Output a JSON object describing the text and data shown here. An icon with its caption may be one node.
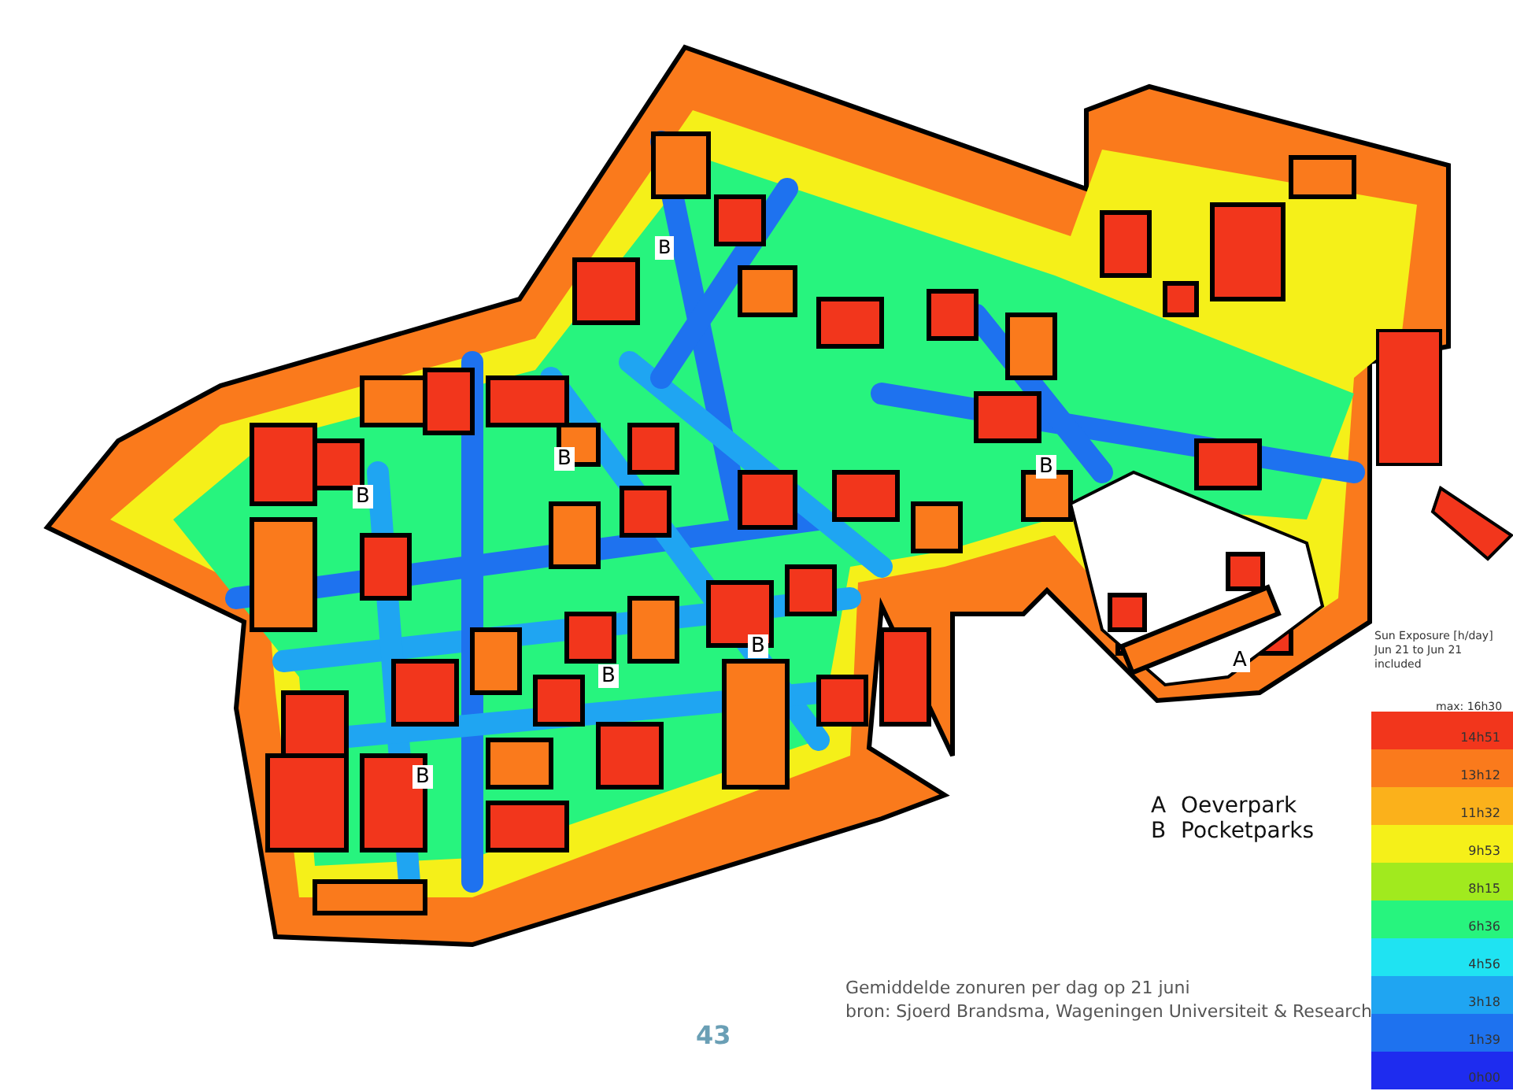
{
  "diagram": {
    "labels": [
      "B",
      "B",
      "B",
      "B",
      "B",
      "B",
      "A",
      "B",
      "A",
      "Oeverpark",
      "B",
      "Pocketparks",
      "Sun Exposure [h/day] Jun 21 to Jun 21 included",
      "max: 16h30",
      "Gemiddelde zonuren per dag op 21 juni",
      "bron: Sjoerd Brandsma, Wageningen Universiteit & Research",
      "43"
    ],
    "legend": [
      {
        "text": "14h51",
        "color": "#f2361c"
      },
      {
        "text": "13h12",
        "color": "#fa7a1c"
      },
      {
        "text": "11h32",
        "color": "#fbb11b"
      },
      {
        "text": "9h53",
        "color": "#f5f019"
      },
      {
        "text": "8h15",
        "color": "#a1ea1e"
      },
      {
        "text": "6h36",
        "color": "#27f47e"
      },
      {
        "text": "4h56",
        "color": "#1fe3f2"
      },
      {
        "text": "3h18",
        "color": "#1fa5f2"
      },
      {
        "text": "1h39",
        "color": "#1e72ef"
      },
      {
        "text": "0h00",
        "color": "#1e2cef"
      }
    ]
  }
}
